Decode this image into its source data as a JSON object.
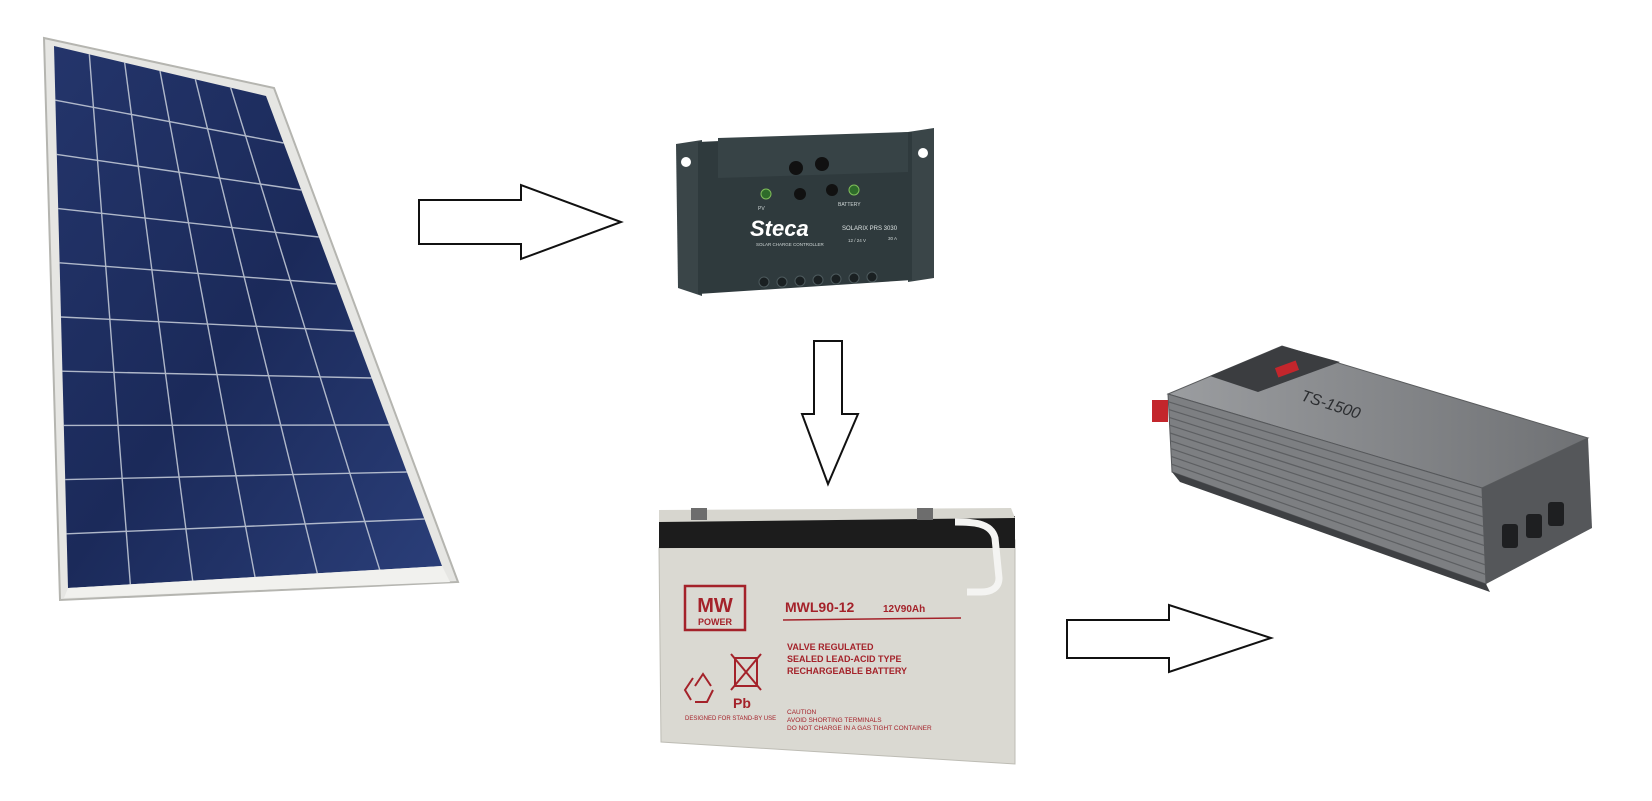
{
  "diagram": {
    "nodes": [
      {
        "id": "solar_panel",
        "icon": "solar-panel-icon"
      },
      {
        "id": "charge_controller",
        "icon": "charge-controller-icon",
        "brand": "Steca",
        "model": "SOLARIX PRS 3030",
        "sub_label": "SOLAR CHARGE CONTROLLER",
        "spec_left": "12 / 24 V",
        "spec_right": "30 A",
        "led_labels": [
          "PV",
          "BATTERY"
        ]
      },
      {
        "id": "battery",
        "icon": "battery-icon",
        "brand_top": "MW",
        "brand_bottom": "POWER",
        "model": "MWL90-12",
        "rating": "12V90Ah",
        "description": [
          "VALVE REGULATED",
          "SEALED LEAD-ACID TYPE",
          "RECHARGEABLE BATTERY"
        ],
        "chem": "Pb",
        "standby": "DESIGNED FOR STAND-BY USE",
        "caution": [
          "CAUTION",
          "AVOID SHORTING TERMINALS",
          "DO NOT CHARGE IN A GAS TIGHT CONTAINER"
        ]
      },
      {
        "id": "inverter",
        "icon": "inverter-icon",
        "model": "TS-1500"
      }
    ],
    "edges": [
      {
        "from": "solar_panel",
        "to": "charge_controller",
        "direction": "right"
      },
      {
        "from": "charge_controller",
        "to": "battery",
        "direction": "down"
      },
      {
        "from": "battery",
        "to": "inverter",
        "direction": "right"
      }
    ],
    "colors": {
      "arrow_stroke": "#111111",
      "arrow_fill": "#ffffff",
      "panel_cell": "#1d2c5e",
      "controller_body": "#2f3a3d",
      "battery_body": "#d9d8d1",
      "battery_label": "#a4222a",
      "inverter_body": "#7d7f82"
    }
  }
}
